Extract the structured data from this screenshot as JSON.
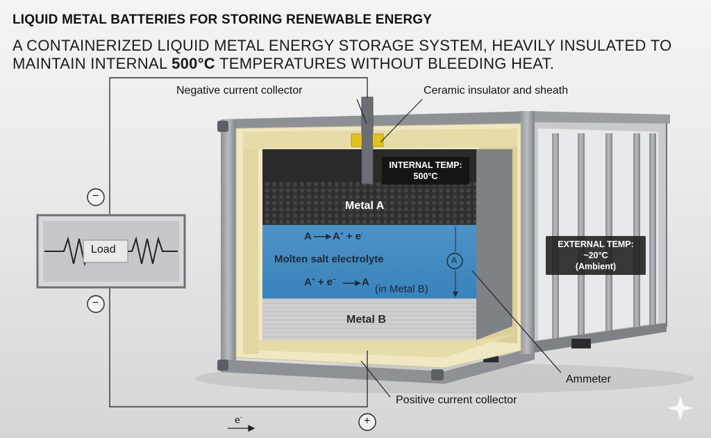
{
  "header": {
    "title": "LIQUID METAL BATTERIES FOR STORING RENEWABLE ENERGY",
    "subtitle_pre": "A CONTAINERIZED LIQUID METAL ENERGY STORAGE SYSTEM, HEAVILY INSULATED TO MAINTAIN INTERNAL ",
    "subtitle_bold": "500°C",
    "subtitle_post": " TEMPERATURES WITHOUT BLEEDING HEAT."
  },
  "labels": {
    "negative_collector": "Negative current collector",
    "ceramic": "Ceramic insulator and sheath",
    "ammeter": "Ammeter",
    "positive_collector": "Positive current collector"
  },
  "circuit": {
    "load": "Load",
    "minus_top": "−",
    "minus_bottom": "−",
    "plus": "+",
    "electron": "e",
    "electron_sup": "-",
    "ammeter_symbol": "A"
  },
  "battery": {
    "internal_temp_line1": "INTERNAL TEMP:",
    "internal_temp_line2": "500°C",
    "metal_a": "Metal A",
    "reaction_top_a": "A",
    "reaction_top_rest": "+ e",
    "electrolyte": "Molten salt electrolyte",
    "reaction_bottom_lhs": "+ e",
    "reaction_bottom_a": "A",
    "reaction_bottom_rhs": "A",
    "in_metal_b": "(in Metal B)",
    "metal_b": "Metal B"
  },
  "external": {
    "line1": "EXTERNAL TEMP:",
    "line2": "~20°C",
    "line3": "(Ambient)"
  }
}
